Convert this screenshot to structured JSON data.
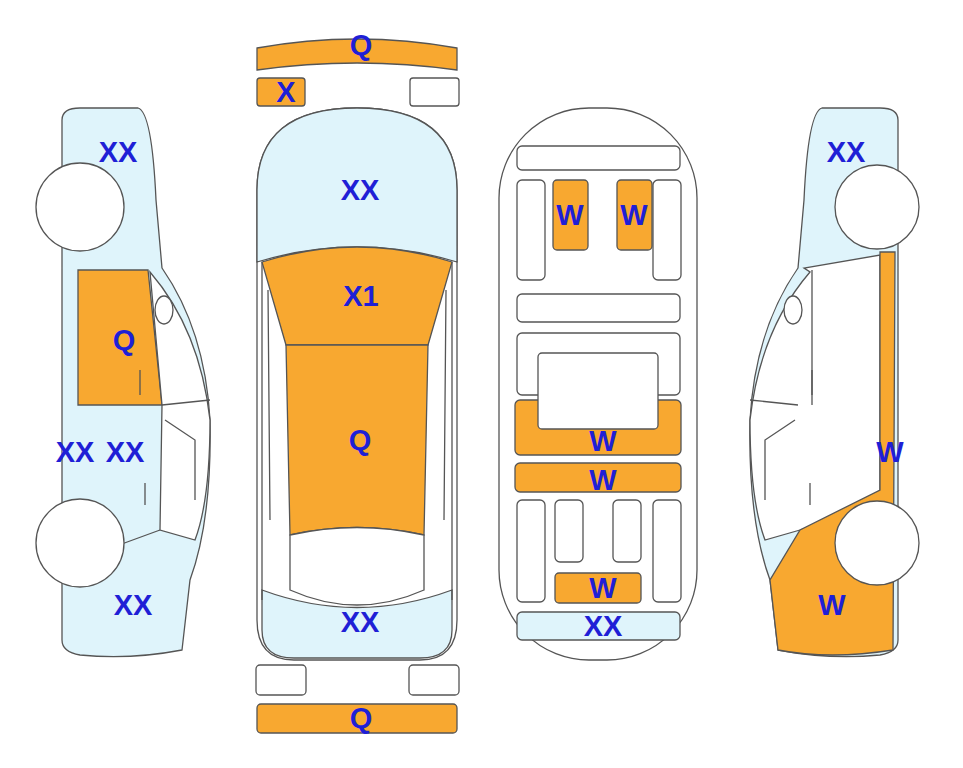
{
  "diagram": {
    "labels": [
      "Q",
      "X",
      "XX",
      "XX",
      "XX",
      "W",
      "W",
      "X1",
      "Q",
      "Q",
      "W",
      "XX",
      "XX",
      "W",
      "W",
      "W",
      "XX",
      "W",
      "XX",
      "XX",
      "Q"
    ]
  }
}
